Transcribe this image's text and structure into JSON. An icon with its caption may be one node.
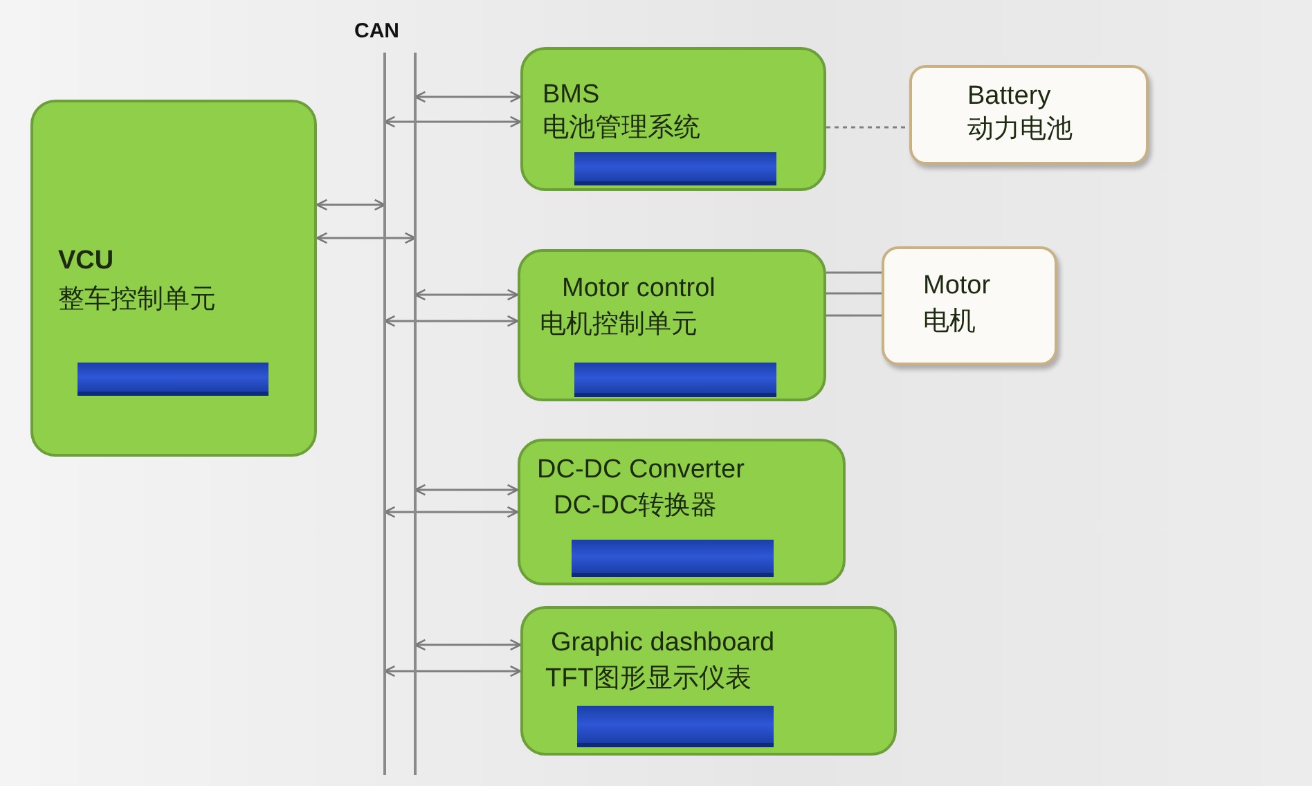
{
  "diagram": {
    "nodes": [
      {
        "text": [
          "VCU",
          "整车控制单元"
        ]
      },
      {
        "text": [],
        "shape": "box",
        "in": 0
      },
      {
        "text": [],
        "shape": "bar"
      },
      {
        "text": [],
        "shape": "bar"
      },
      {
        "text": [
          "BMS",
          "电池管理系统"
        ]
      },
      {
        "text": [],
        "shape": "box",
        "in": 4
      },
      {
        "text": [
          "Battery",
          "动力电池"
        ]
      },
      {
        "text": [
          "Motor control",
          "电机控制单元"
        ]
      },
      {
        "text": [],
        "shape": "box",
        "in": 7
      },
      {
        "text": [
          "Motor",
          "电机"
        ]
      },
      {
        "text": [
          "DC-DC Converter",
          "DC-DC转换器"
        ]
      },
      {
        "text": [],
        "shape": "box",
        "in": 10
      },
      {
        "text": [
          "Graphic dashboard",
          "TFT图形显示仪表"
        ]
      },
      {
        "text": [],
        "shape": "box",
        "in": 12
      }
    ],
    "edges": [
      {
        "from": 0,
        "to": 2,
        "arrow": "both"
      },
      {
        "from": 0,
        "to": 3,
        "arrow": "both"
      },
      {
        "from": 3,
        "to": 4,
        "arrow": "both"
      },
      {
        "from": 2,
        "to": 4,
        "arrow": "both"
      },
      {
        "from": 4,
        "to": 6,
        "arrow": "none",
        "style": "dashed"
      },
      {
        "from": 3,
        "to": 7,
        "arrow": "both"
      },
      {
        "from": 2,
        "to": 7,
        "arrow": "both"
      },
      {
        "from": 7,
        "to": 9,
        "arrow": "none"
      },
      {
        "from": 7,
        "to": 9,
        "arrow": "none"
      },
      {
        "from": 7,
        "to": 9,
        "arrow": "none"
      },
      {
        "from": 3,
        "to": 10,
        "arrow": "both"
      },
      {
        "from": 2,
        "to": 10,
        "arrow": "both"
      },
      {
        "from": 3,
        "to": 12,
        "arrow": "both"
      },
      {
        "from": 2,
        "to": 12,
        "arrow": "both"
      }
    ],
    "labels": [
      "CAN"
    ]
  }
}
